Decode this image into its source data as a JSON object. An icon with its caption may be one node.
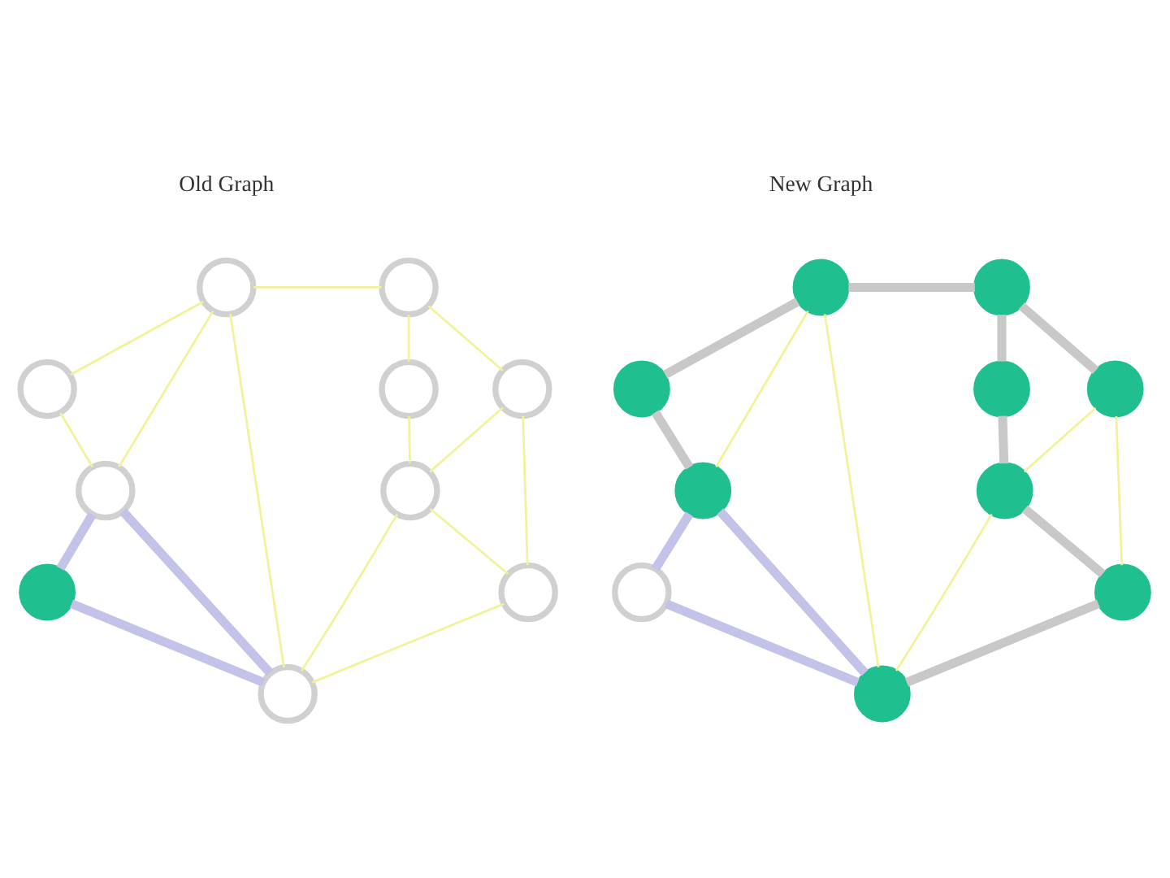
{
  "diagram": {
    "nodes": [
      {
        "text": [],
        "shape": "circle"
      },
      {
        "text": [],
        "shape": "circle"
      },
      {
        "text": [],
        "shape": "circle"
      },
      {
        "text": [],
        "shape": "circle"
      },
      {
        "text": [],
        "shape": "circle"
      },
      {
        "text": [],
        "shape": "circle"
      },
      {
        "text": [],
        "shape": "circle"
      },
      {
        "text": [],
        "shape": "circle"
      },
      {
        "text": [],
        "shape": "circle"
      },
      {
        "text": [],
        "shape": "circle"
      },
      {
        "text": [],
        "shape": "circle"
      },
      {
        "text": [],
        "shape": "circle"
      },
      {
        "text": [],
        "shape": "circle"
      },
      {
        "text": [],
        "shape": "circle"
      },
      {
        "text": [],
        "shape": "circle"
      },
      {
        "text": [],
        "shape": "circle"
      },
      {
        "text": [],
        "shape": "circle"
      },
      {
        "text": [],
        "shape": "circle"
      },
      {
        "text": [],
        "shape": "circle"
      },
      {
        "text": [],
        "shape": "circle"
      }
    ],
    "edges": [
      {
        "from": 0,
        "to": 1,
        "arrow": "none"
      },
      {
        "from": 0,
        "to": 2,
        "arrow": "none"
      },
      {
        "from": 0,
        "to": 5,
        "arrow": "none"
      },
      {
        "from": 0,
        "to": 9,
        "arrow": "none"
      },
      {
        "from": 1,
        "to": 3,
        "arrow": "none"
      },
      {
        "from": 1,
        "to": 4,
        "arrow": "none"
      },
      {
        "from": 2,
        "to": 5,
        "arrow": "none"
      },
      {
        "from": 3,
        "to": 6,
        "arrow": "none"
      },
      {
        "from": 4,
        "to": 6,
        "arrow": "none"
      },
      {
        "from": 4,
        "to": 7,
        "arrow": "none"
      },
      {
        "from": 5,
        "to": 8,
        "arrow": "none",
        "style": "thick",
        "color": "#c3c3ea"
      },
      {
        "from": 5,
        "to": 9,
        "arrow": "none",
        "style": "thick",
        "color": "#c3c3ea"
      },
      {
        "from": 6,
        "to": 7,
        "arrow": "none"
      },
      {
        "from": 6,
        "to": 9,
        "arrow": "none"
      },
      {
        "from": 7,
        "to": 9,
        "arrow": "none"
      },
      {
        "from": 8,
        "to": 9,
        "arrow": "none",
        "style": "thick",
        "color": "#c3c3ea"
      },
      {
        "from": 10,
        "to": 11,
        "arrow": "none",
        "style": "thick",
        "color": "#c8c8c8"
      },
      {
        "from": 10,
        "to": 12,
        "arrow": "none",
        "style": "thick",
        "color": "#c8c8c8"
      },
      {
        "from": 10,
        "to": 15,
        "arrow": "none"
      },
      {
        "from": 10,
        "to": 19,
        "arrow": "none"
      },
      {
        "from": 11,
        "to": 13,
        "arrow": "none",
        "style": "thick",
        "color": "#c8c8c8"
      },
      {
        "from": 11,
        "to": 14,
        "arrow": "none",
        "style": "thick",
        "color": "#c8c8c8"
      },
      {
        "from": 12,
        "to": 15,
        "arrow": "none",
        "style": "thick",
        "color": "#c8c8c8"
      },
      {
        "from": 13,
        "to": 16,
        "arrow": "none",
        "style": "thick",
        "color": "#c8c8c8"
      },
      {
        "from": 14,
        "to": 16,
        "arrow": "none"
      },
      {
        "from": 14,
        "to": 17,
        "arrow": "none"
      },
      {
        "from": 15,
        "to": 18,
        "arrow": "none",
        "style": "thick",
        "color": "#c3c3ea"
      },
      {
        "from": 15,
        "to": 19,
        "arrow": "none",
        "style": "thick",
        "color": "#c3c3ea"
      },
      {
        "from": 16,
        "to": 17,
        "arrow": "none",
        "style": "thick",
        "color": "#c8c8c8"
      },
      {
        "from": 16,
        "to": 19,
        "arrow": "none"
      },
      {
        "from": 17,
        "to": 19,
        "arrow": "none",
        "style": "thick",
        "color": "#c8c8c8"
      },
      {
        "from": 18,
        "to": 19,
        "arrow": "none",
        "style": "thick",
        "color": "#c3c3ea"
      }
    ],
    "labels": [
      "Old Graph",
      "New Graph"
    ]
  }
}
